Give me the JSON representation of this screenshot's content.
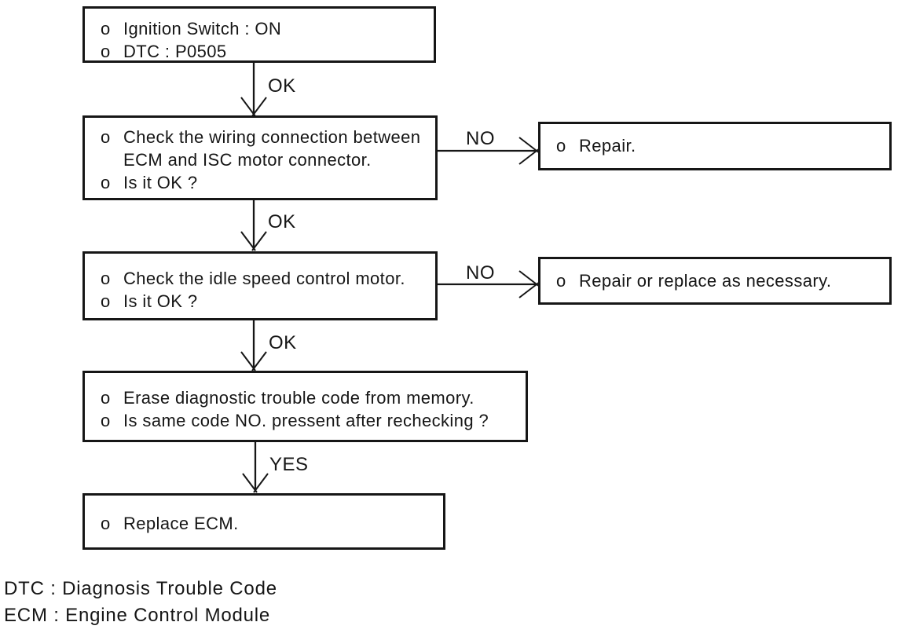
{
  "colors": {
    "ink": "#161616",
    "background": "#ffffff"
  },
  "flowchart": {
    "boxes": [
      {
        "name": "step-ignition-dtc",
        "lines": [
          {
            "bullet": "o",
            "text": "Ignition Switch : ON"
          },
          {
            "bullet": "o",
            "text": "DTC : P0505"
          }
        ]
      },
      {
        "name": "step-check-wiring",
        "lines": [
          {
            "bullet": "o",
            "text": "Check the wiring connection between"
          },
          {
            "bullet": "",
            "text": "ECM and ISC motor connector."
          },
          {
            "bullet": "o",
            "text": "Is it OK ?"
          }
        ]
      },
      {
        "name": "action-repair",
        "lines": [
          {
            "bullet": "o",
            "text": "Repair."
          }
        ]
      },
      {
        "name": "step-check-isc-motor",
        "lines": [
          {
            "bullet": "o",
            "text": "Check the idle speed control motor."
          },
          {
            "bullet": "o",
            "text": "Is it OK ?"
          }
        ]
      },
      {
        "name": "action-repair-or-replace",
        "lines": [
          {
            "bullet": "o",
            "text": "Repair or replace as necessary."
          }
        ]
      },
      {
        "name": "step-erase-code",
        "lines": [
          {
            "bullet": "o",
            "text": "Erase diagnostic trouble code from memory."
          },
          {
            "bullet": "o",
            "text": "Is same code NO. pressent after rechecking ?"
          }
        ]
      },
      {
        "name": "action-replace-ecm",
        "lines": [
          {
            "bullet": "o",
            "text": "Replace ECM."
          }
        ]
      }
    ],
    "labels": {
      "ok1": "OK",
      "ok2": "OK",
      "ok3": "OK",
      "yes": "YES",
      "no1": "NO",
      "no2": "NO"
    },
    "footnotes": [
      "DTC : Diagnosis Trouble Code",
      "ECM : Engine Control Module"
    ]
  }
}
